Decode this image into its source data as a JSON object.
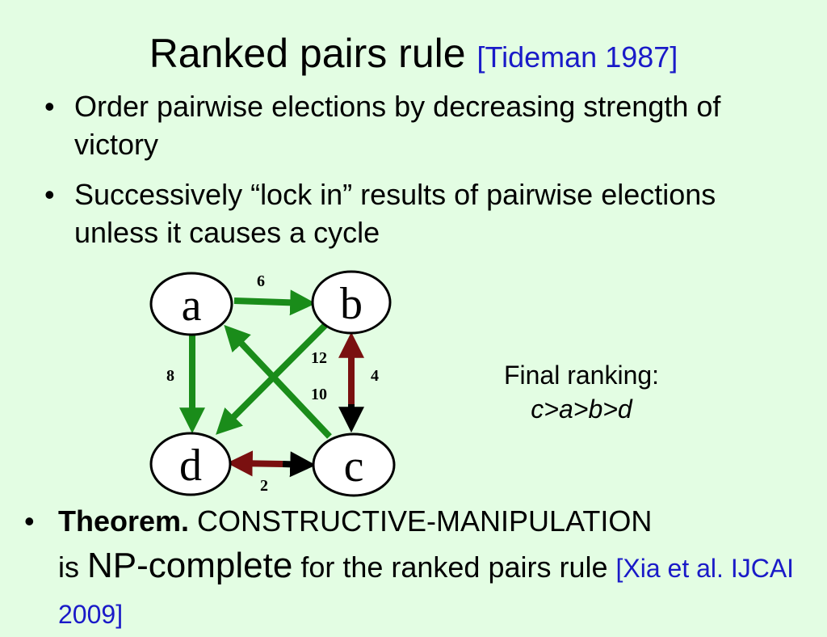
{
  "title": {
    "main": "Ranked pairs rule",
    "cite": "[Tideman 1987]"
  },
  "bullets": [
    {
      "marker": "•",
      "text": "Order pairwise elections by decreasing strength of victory"
    },
    {
      "marker": "•",
      "text": "Successively “lock in” results of pairwise elections unless it causes a cycle"
    }
  ],
  "graph": {
    "nodes": {
      "a": "a",
      "b": "b",
      "c": "c",
      "d": "d"
    },
    "edges": [
      {
        "from": "a",
        "to": "b",
        "weight": "6",
        "color": "#1a8c1a"
      },
      {
        "from": "a",
        "to": "d",
        "weight": "8",
        "color": "#1a8c1a"
      },
      {
        "from": "b",
        "to": "d",
        "weight": "12",
        "color": "#1a8c1a"
      },
      {
        "from": "c",
        "to": "a",
        "weight": "10",
        "color": "#1a8c1a"
      },
      {
        "from": "c",
        "to": "b",
        "weight": "4",
        "color": "#7a1010"
      },
      {
        "from": "c",
        "to": "d",
        "weight": "2",
        "color": "#7a1010"
      }
    ]
  },
  "ranking": {
    "label": "Final ranking:",
    "order": "c>a>b>d"
  },
  "theorem": {
    "marker": "•",
    "bold": "Theorem.",
    "problem": " CONSTRUCTIVE-MANIPULATION",
    "is": "is ",
    "np": "NP-complete",
    "rest": " for the ranked pairs rule ",
    "cite": "[Xia et al. IJCAI 2009]"
  },
  "colors": {
    "background": "#e3fde3",
    "citation": "#1a1ac8",
    "locked_edge": "#1a8c1a",
    "rejected_edge": "#7a1010"
  }
}
